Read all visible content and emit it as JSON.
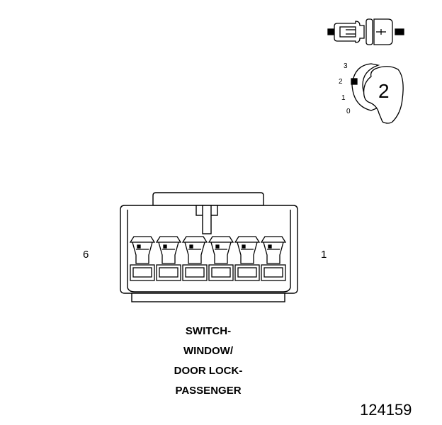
{
  "key_icon": {
    "positions": [
      "3",
      "2",
      "1",
      "0"
    ],
    "key_number": "2"
  },
  "connector": {
    "pin_left": "6",
    "pin_right": "1",
    "cavity_count": 6
  },
  "caption": {
    "line1": "SWITCH-",
    "line2": "WINDOW/",
    "line3": "DOOR LOCK-",
    "line4": "PASSENGER"
  },
  "figure_id": "124159"
}
